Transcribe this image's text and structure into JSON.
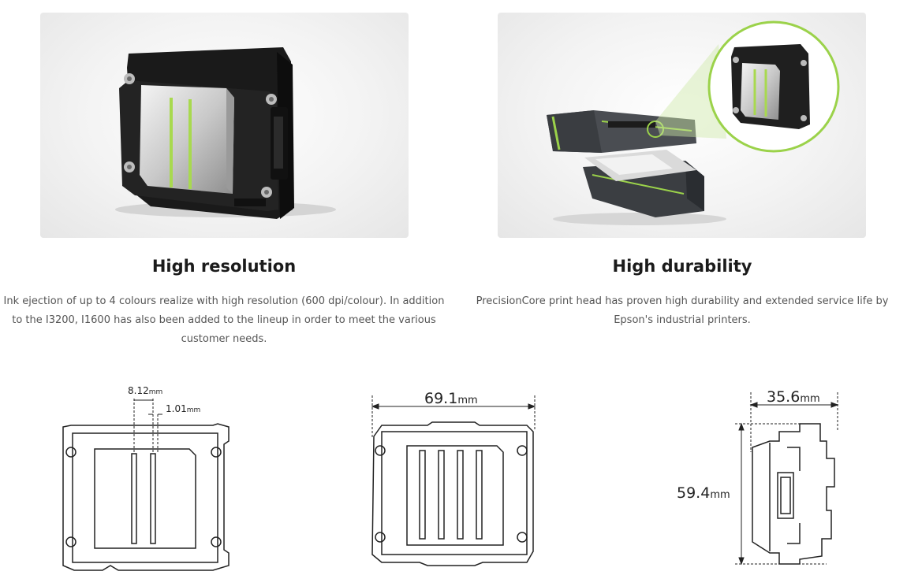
{
  "features": [
    {
      "title": "High resolution",
      "description": "Ink ejection of up to 4 colours realize with high resolution (600 dpi/colour). In addition to the I3200, I1600 has also been added to the lineup in order to meet the various customer needs."
    },
    {
      "title": "High durability",
      "description": "PrecisionCore print head has proven high durability and extended service life by Epson's industrial printers."
    }
  ],
  "dimensions": {
    "nozzle_pitch": {
      "value": "8.12",
      "unit": "mm"
    },
    "row_gap": {
      "value": "1.01",
      "unit": "mm"
    },
    "width": {
      "value": "69.1",
      "unit": "mm"
    },
    "depth": {
      "value": "35.6",
      "unit": "mm"
    },
    "height": {
      "value": "59.4",
      "unit": "mm"
    }
  },
  "printer_label": "",
  "colors": {
    "accent_green": "#9bd24a",
    "diagram_line": "#222222"
  }
}
